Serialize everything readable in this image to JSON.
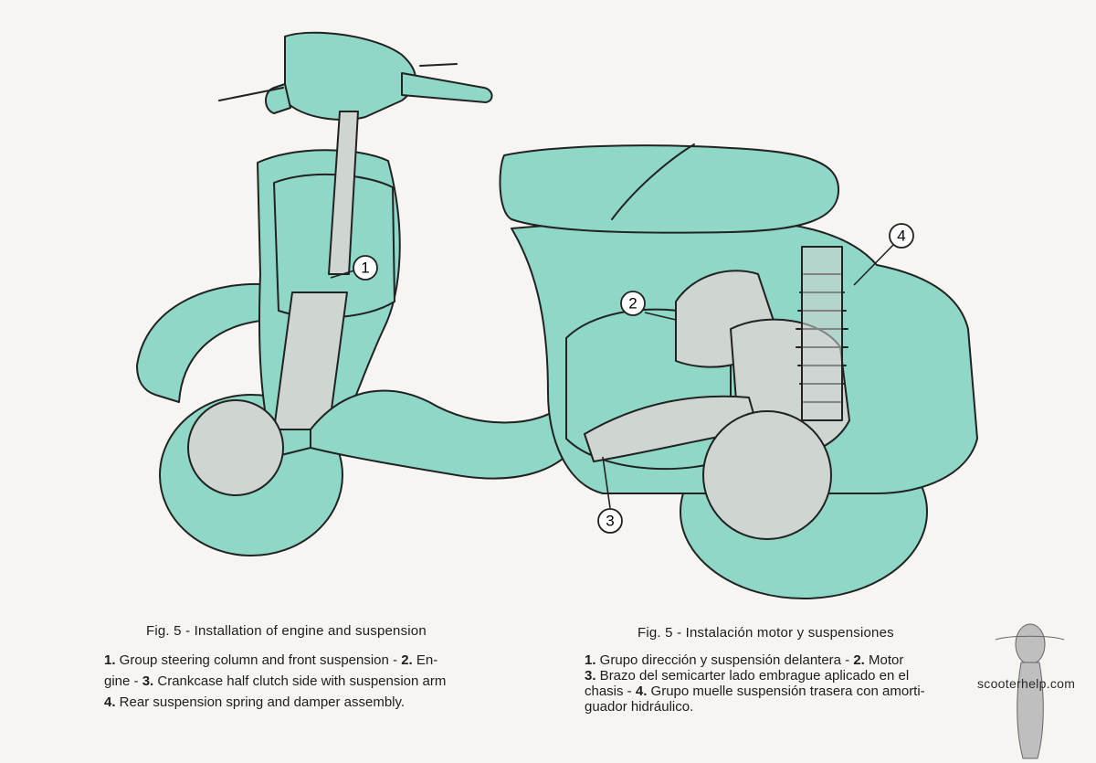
{
  "colors": {
    "scooter_fill": "#8fd8c7",
    "line": "#222222",
    "engine_fill": "#cfd6d2",
    "background": "#f6f5f1"
  },
  "callouts": [
    {
      "label": "1"
    },
    {
      "label": "2"
    },
    {
      "label": "3"
    },
    {
      "label": "4"
    }
  ],
  "caption_en": {
    "title": "Fig. 5 - Installation of engine and suspension",
    "lines": [
      [
        {
          "num": "1.",
          "text": " Group steering column and front suspension - "
        },
        {
          "num": "2.",
          "text": " En-"
        }
      ],
      [
        {
          "num": "",
          "text": "gine - "
        },
        {
          "num": "3.",
          "text": " Crankcase half clutch side with suspension arm"
        }
      ],
      [
        {
          "num": "4.",
          "text": " Rear suspension spring and damper assembly."
        }
      ]
    ]
  },
  "caption_es": {
    "title": "Fig. 5 - Instalación motor y suspensiones",
    "lines": [
      [
        {
          "num": "1.",
          "text": " Grupo dirección y suspensión delantera - "
        },
        {
          "num": "2.",
          "text": " Motor"
        }
      ],
      [
        {
          "num": "3.",
          "text": " Brazo del semicarter lado embrague aplicado en el"
        }
      ],
      [
        {
          "num": "",
          "text": "chasis - "
        },
        {
          "num": "4.",
          "text": " Grupo muelle suspensión trasera con amorti-"
        }
      ],
      [
        {
          "num": "",
          "text": "guador hidráulico."
        }
      ]
    ]
  },
  "watermark": "scooterhelp.com"
}
